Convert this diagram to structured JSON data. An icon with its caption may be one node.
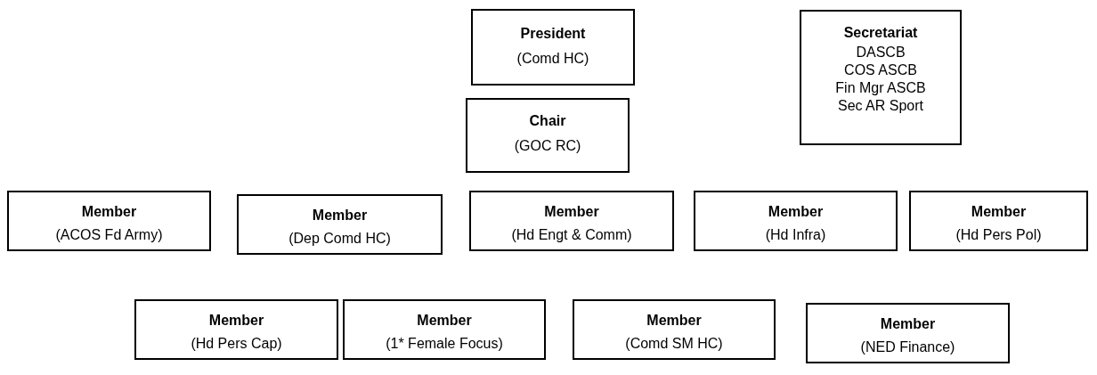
{
  "diagram": {
    "nodes": [
      {
        "text": [
          "President",
          "(Comd HC)"
        ]
      },
      {
        "text": [
          "Secretariat",
          "DASCB",
          "COS ASCB",
          "Fin Mgr ASCB",
          "Sec AR Sport"
        ]
      },
      {
        "text": [
          "Chair",
          "(GOC RC)"
        ]
      },
      {
        "text": [
          "Member",
          "(ACOS Fd Army)"
        ]
      },
      {
        "text": [
          "Member",
          "(Dep Comd HC)"
        ]
      },
      {
        "text": [
          "Member",
          "(Hd Engt & Comm)"
        ]
      },
      {
        "text": [
          "Member",
          "(Hd Infra)"
        ]
      },
      {
        "text": [
          "Member",
          "(Hd Pers Pol)"
        ]
      },
      {
        "text": [
          "Member",
          "(Hd Pers Cap)"
        ]
      },
      {
        "text": [
          "Member",
          "(1* Female Focus)"
        ]
      },
      {
        "text": [
          "Member",
          "(Comd SM HC)"
        ]
      },
      {
        "text": [
          "Member",
          "(NED Finance)"
        ]
      }
    ]
  }
}
